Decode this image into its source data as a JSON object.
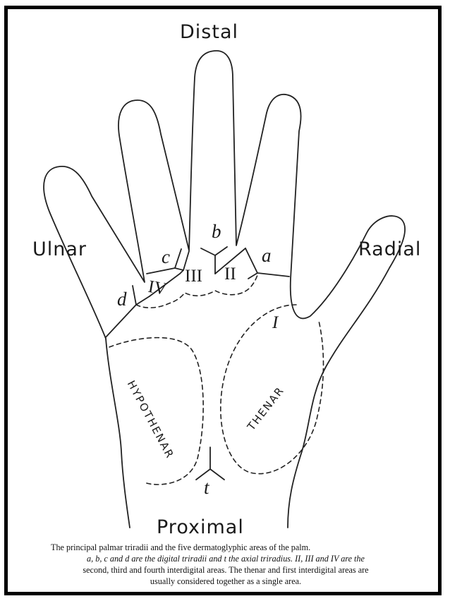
{
  "orientation": {
    "top": "Distal",
    "left": "Ulnar",
    "right": "Radial",
    "bottom": "Proximal"
  },
  "triradii": {
    "a": "a",
    "b": "b",
    "c": "c",
    "d": "d",
    "t": "t"
  },
  "interdigital_areas": {
    "I": "I",
    "II": "II",
    "III": "III",
    "IV": "IV"
  },
  "regions": {
    "hypothenar": "HYPOTHENAR",
    "thenar": "THENAR"
  },
  "caption": {
    "line1": "The principal palmar triradii and the five dermatoglyphic areas of the palm.",
    "line2": "a, b, c and d are the digital triradii and t the axial triradius. II, III and IV are the",
    "line3": "second, third and fourth interdigital areas. The thenar and first interdigital areas are",
    "line4": "usually considered together as a single area."
  }
}
